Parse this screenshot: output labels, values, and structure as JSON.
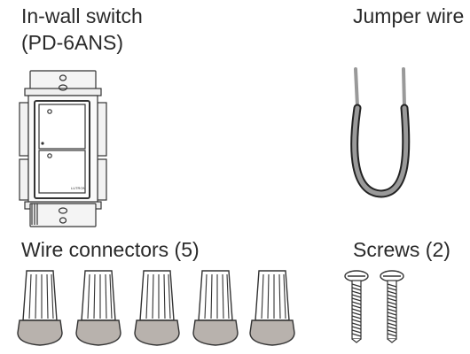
{
  "items": {
    "switch": {
      "title": "In-wall switch",
      "model": "(PD-6ANS)",
      "brand": "LUTRON"
    },
    "jumper": {
      "title": "Jumper wire"
    },
    "connectors": {
      "title": "Wire connectors (5)",
      "count": 5
    },
    "screws": {
      "title": "Screws (2)",
      "count": 2
    }
  },
  "colors": {
    "outline": "#333333",
    "wire_gray": "#9a9a9a",
    "connector_base": "#b8b2ad"
  }
}
